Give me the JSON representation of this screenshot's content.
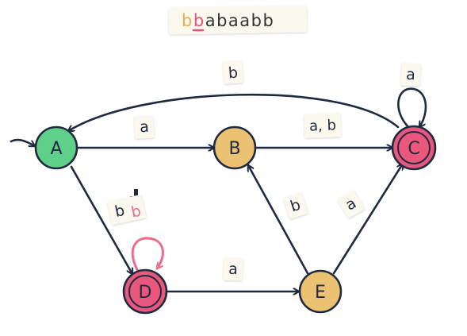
{
  "input_tape": {
    "symbols": [
      "b",
      "b",
      "a",
      "b",
      "a",
      "a",
      "b",
      "b"
    ],
    "consumed_color": "#e8b04a",
    "current_color": "#e25578",
    "pending_color": "#333333",
    "consumed_count": 1,
    "current_index": 1
  },
  "states": [
    {
      "id": "A",
      "label": "A",
      "fill": "#5fd08a",
      "accepting": false,
      "start": true
    },
    {
      "id": "B",
      "label": "B",
      "fill": "#ebc172",
      "accepting": false,
      "start": false
    },
    {
      "id": "C",
      "label": "C",
      "fill": "#e9577c",
      "accepting": true,
      "start": false
    },
    {
      "id": "D",
      "label": "D",
      "fill": "#e9577c",
      "accepting": true,
      "start": false,
      "active": true
    },
    {
      "id": "E",
      "label": "E",
      "fill": "#ebc172",
      "accepting": false,
      "start": false
    }
  ],
  "transitions": [
    {
      "from": "C",
      "to": "A",
      "label": "b"
    },
    {
      "from": "C",
      "to": "C",
      "label": "a"
    },
    {
      "from": "A",
      "to": "B",
      "label": "a"
    },
    {
      "from": "B",
      "to": "C",
      "label": "a, b"
    },
    {
      "from": "A",
      "to": "D",
      "label": "b"
    },
    {
      "from": "D",
      "to": "D",
      "label": "b",
      "highlighted": true
    },
    {
      "from": "E",
      "to": "B",
      "label": "b"
    },
    {
      "from": "E",
      "to": "C",
      "label": "a"
    },
    {
      "from": "D",
      "to": "E",
      "label": "a"
    }
  ],
  "colors": {
    "edge": "#1f2a40",
    "highlight": "#ef6b8c",
    "note_bg": "#fbf8ee"
  }
}
